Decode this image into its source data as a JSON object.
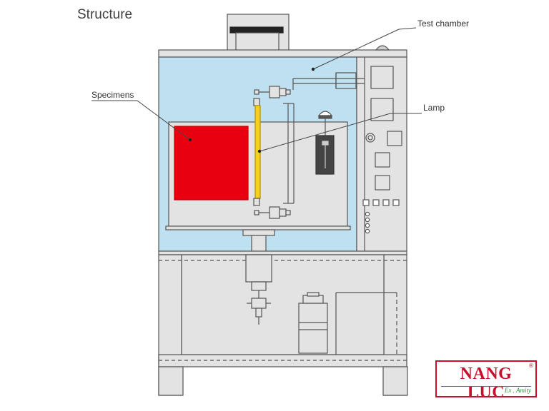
{
  "title": "Structure",
  "labels": {
    "test_chamber": "Test chamber",
    "specimens": "Specimens",
    "lamp": "Lamp"
  },
  "logo": {
    "main": "NANG LUC",
    "sub": "Ex . Amity",
    "reg": "®"
  },
  "colors": {
    "chamber_blue": "#bfe0f0",
    "frame_gray": "#e3e3e3",
    "outline": "#555555",
    "specimen_red": "#e8000f",
    "lamp_yellow": "#f5d020",
    "logo_red": "#c8102e",
    "logo_green": "#2e8b3a"
  }
}
